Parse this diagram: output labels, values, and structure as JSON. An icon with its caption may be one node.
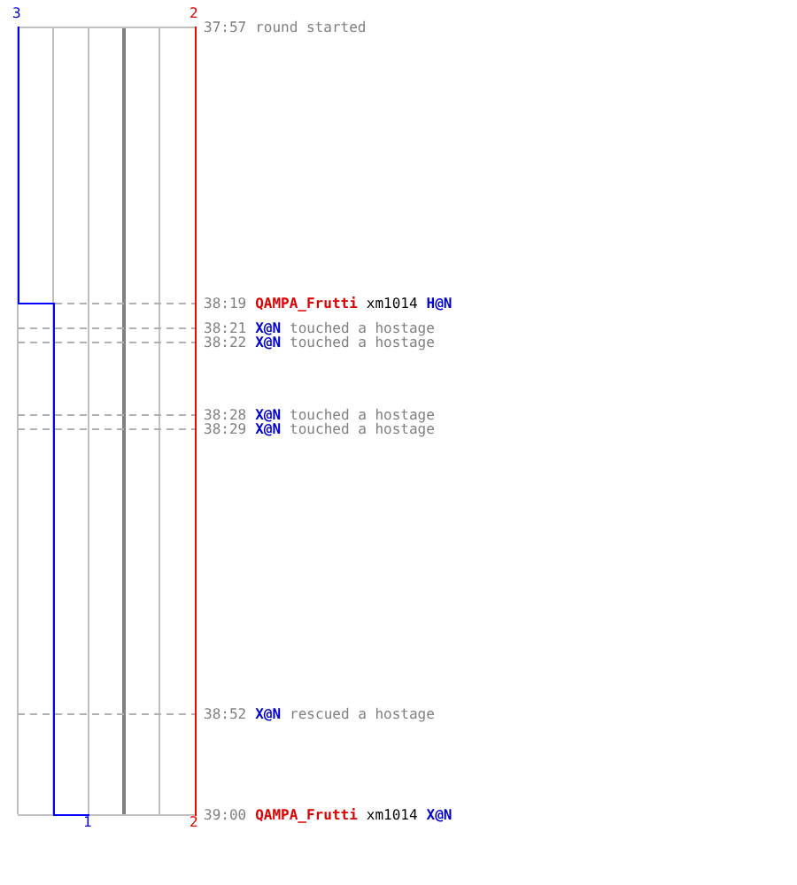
{
  "diagram": {
    "labels": [
      "3",
      "2",
      "37:57",
      "round started",
      "38:19",
      "QAMPA_Frutti",
      "xm1014",
      "H@N",
      "38:21",
      "X@N",
      "touched a hostage",
      "38:22",
      "X@N",
      "touched a hostage",
      "38:28",
      "X@N",
      "touched a hostage",
      "38:29",
      "X@N",
      "touched a hostage",
      "38:52",
      "X@N",
      "rescued a hostage",
      "1",
      "2",
      "39:00",
      "QAMPA_Frutti",
      "xm1014",
      "X@N"
    ]
  }
}
